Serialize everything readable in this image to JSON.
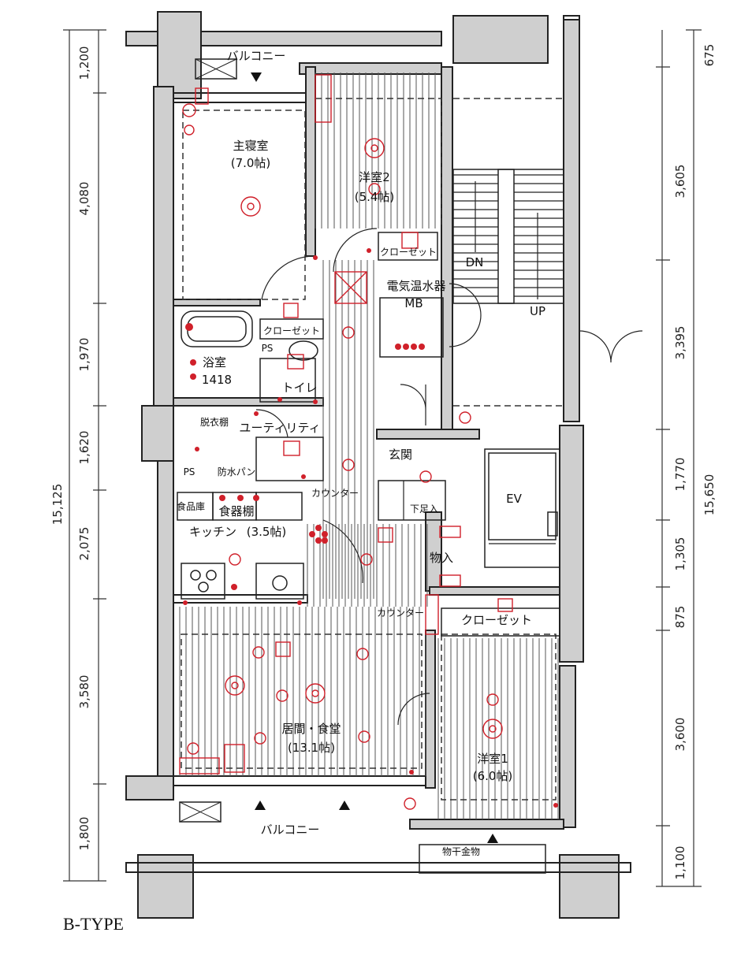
{
  "rooms": {
    "balcony_top": "バルコニー",
    "master_bedroom": "主寝室",
    "master_bedroom_size": "(7.0帖)",
    "western2": "洋室2",
    "western2_size": "(5.4帖)",
    "closet_w2": "クローゼット",
    "water_heater": "電気温水器",
    "mb": "MB",
    "closet_small": "クローゼット",
    "ps1": "PS",
    "bath": "浴室",
    "bath_size": "1418",
    "toilet": "トイレ",
    "shelf_dressing": "脱衣棚",
    "utility": "ユーティリティ",
    "ps2": "PS",
    "waterproof_pan": "防水パン",
    "food_store": "食品庫",
    "dish_shelf": "食器棚",
    "counter1": "カウンター",
    "kitchen": "キッチン",
    "kitchen_size": "(3.5帖)",
    "entrance": "玄関",
    "shoe_box": "下足入",
    "storage": "物入",
    "counter2": "カウンター",
    "closet_big": "クローゼット",
    "living": "居間・食堂",
    "living_size": "(13.1帖)",
    "western1": "洋室1",
    "western1_size": "(6.0帖)",
    "balcony_bottom": "バルコニー",
    "laundry_hanger": "物干金物",
    "dn": "DN",
    "up": "UP",
    "ev": "EV",
    "type_label": "B-TYPE"
  },
  "dims_left": [
    "1,200",
    "4,080",
    "1,970",
    "1,620",
    "2,075",
    "3,580",
    "1,800"
  ],
  "dims_left_total": "15,125",
  "dims_right": [
    "675",
    "3,605",
    "3,395",
    "1,770",
    "1,305",
    "875",
    "3,600",
    "1,100"
  ],
  "dims_right_total": "15,650",
  "colors": {
    "wall": "#cfcfcf",
    "electric": "#d0202a",
    "line": "#222222"
  }
}
